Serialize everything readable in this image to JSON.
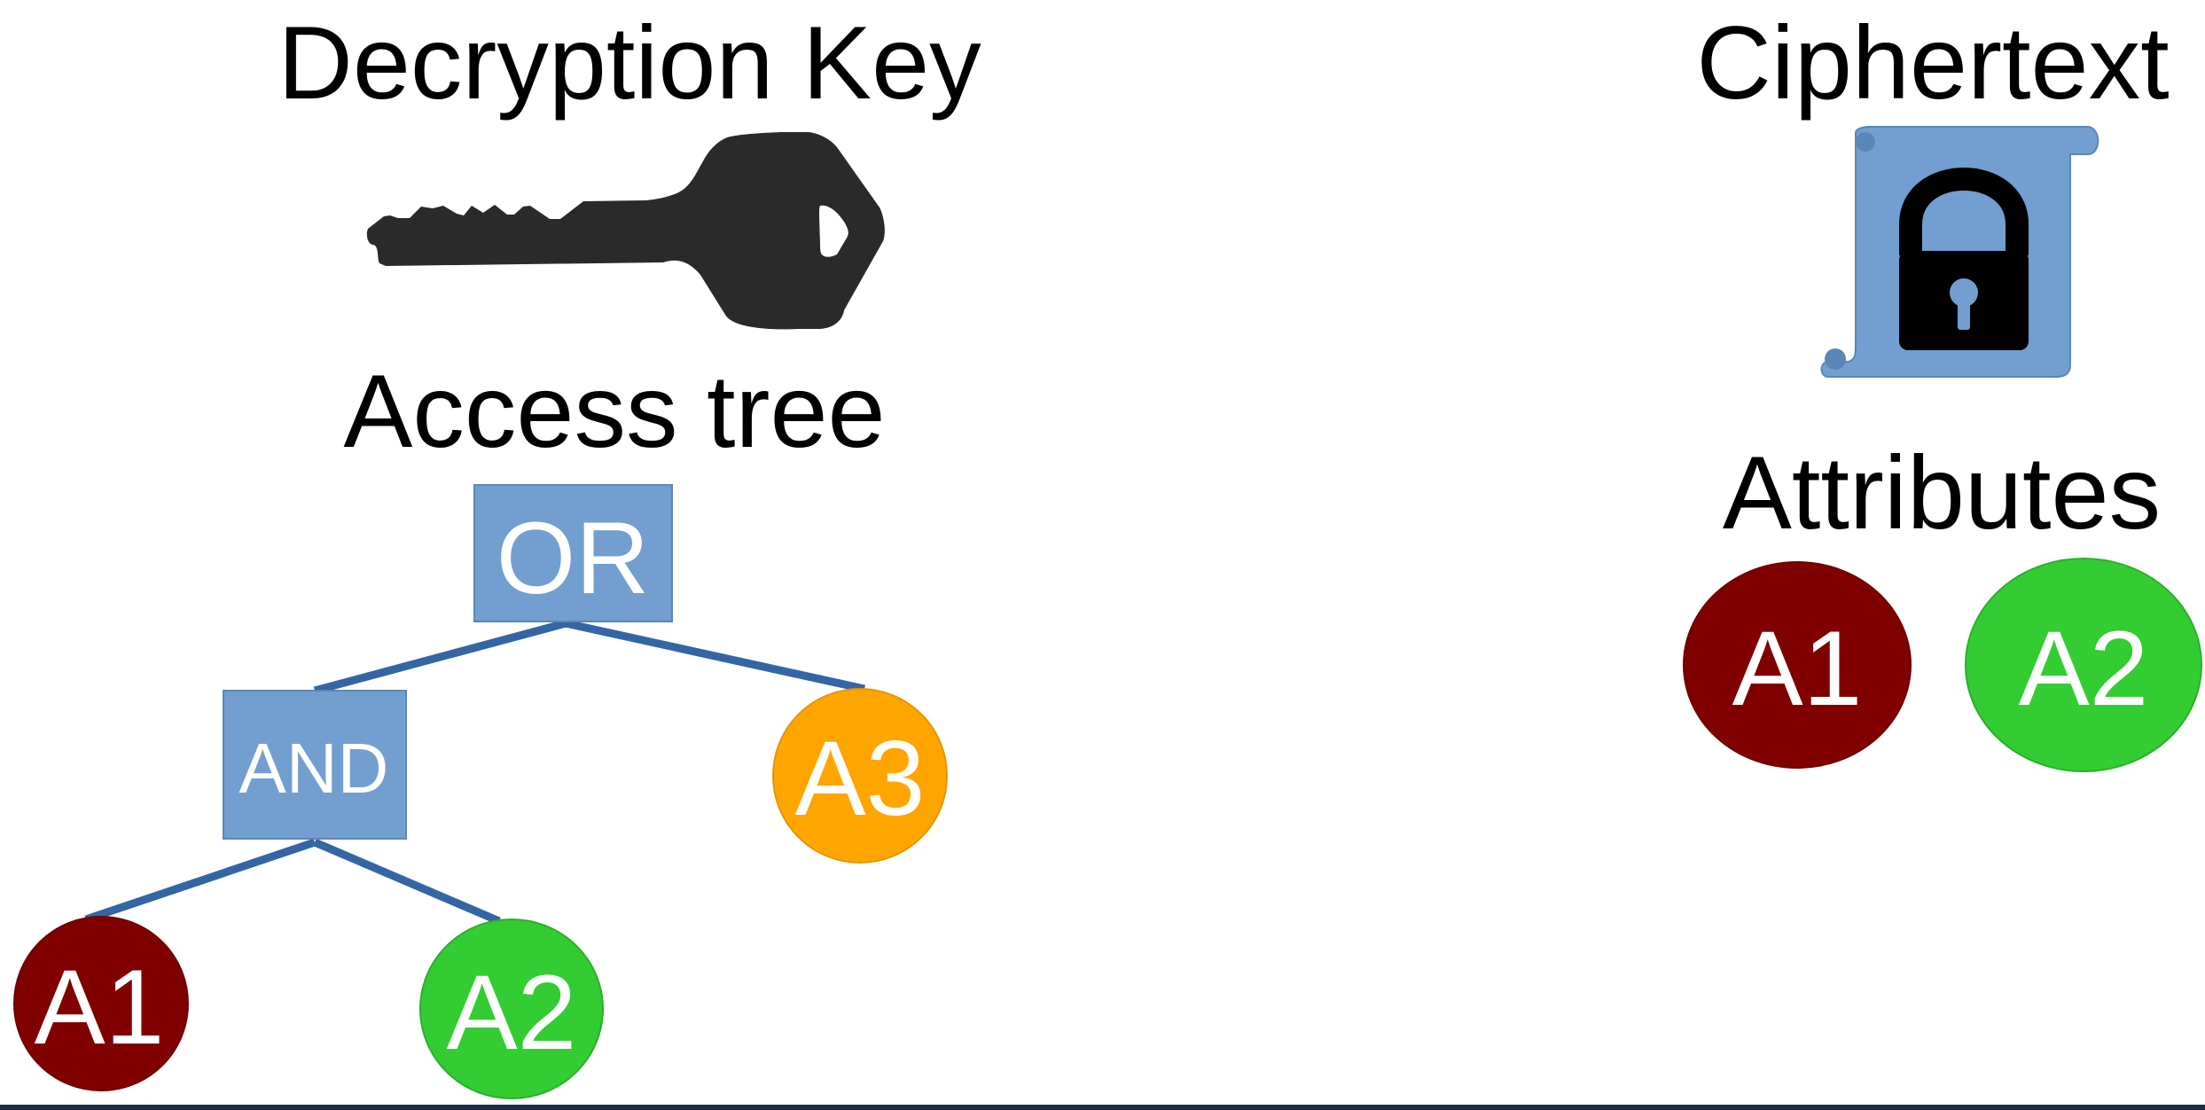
{
  "key_panel": {
    "title": "Decryption Key",
    "icon": "key-icon",
    "subtitle": "Access tree"
  },
  "access_tree": {
    "root": {
      "label": "OR",
      "color": "#729fcf"
    },
    "gate": {
      "label": "AND",
      "color": "#729fcf"
    },
    "leaves": [
      {
        "label": "A1",
        "color": "#800000"
      },
      {
        "label": "A2",
        "color": "#33cc33"
      },
      {
        "label": "A3",
        "color": "#ffa500"
      }
    ],
    "edge_color": "#3465a4"
  },
  "ciphertext_panel": {
    "title": "Ciphertext",
    "icon": "locked-scroll-icon",
    "subtitle": "Attributes",
    "attributes": [
      {
        "label": "A1",
        "color": "#800000"
      },
      {
        "label": "A2",
        "color": "#33cc33"
      }
    ]
  },
  "colors": {
    "key": "#2a2a2a",
    "scroll": "#729fcf",
    "lock": "#000000",
    "rule": "#1e2a4a"
  }
}
